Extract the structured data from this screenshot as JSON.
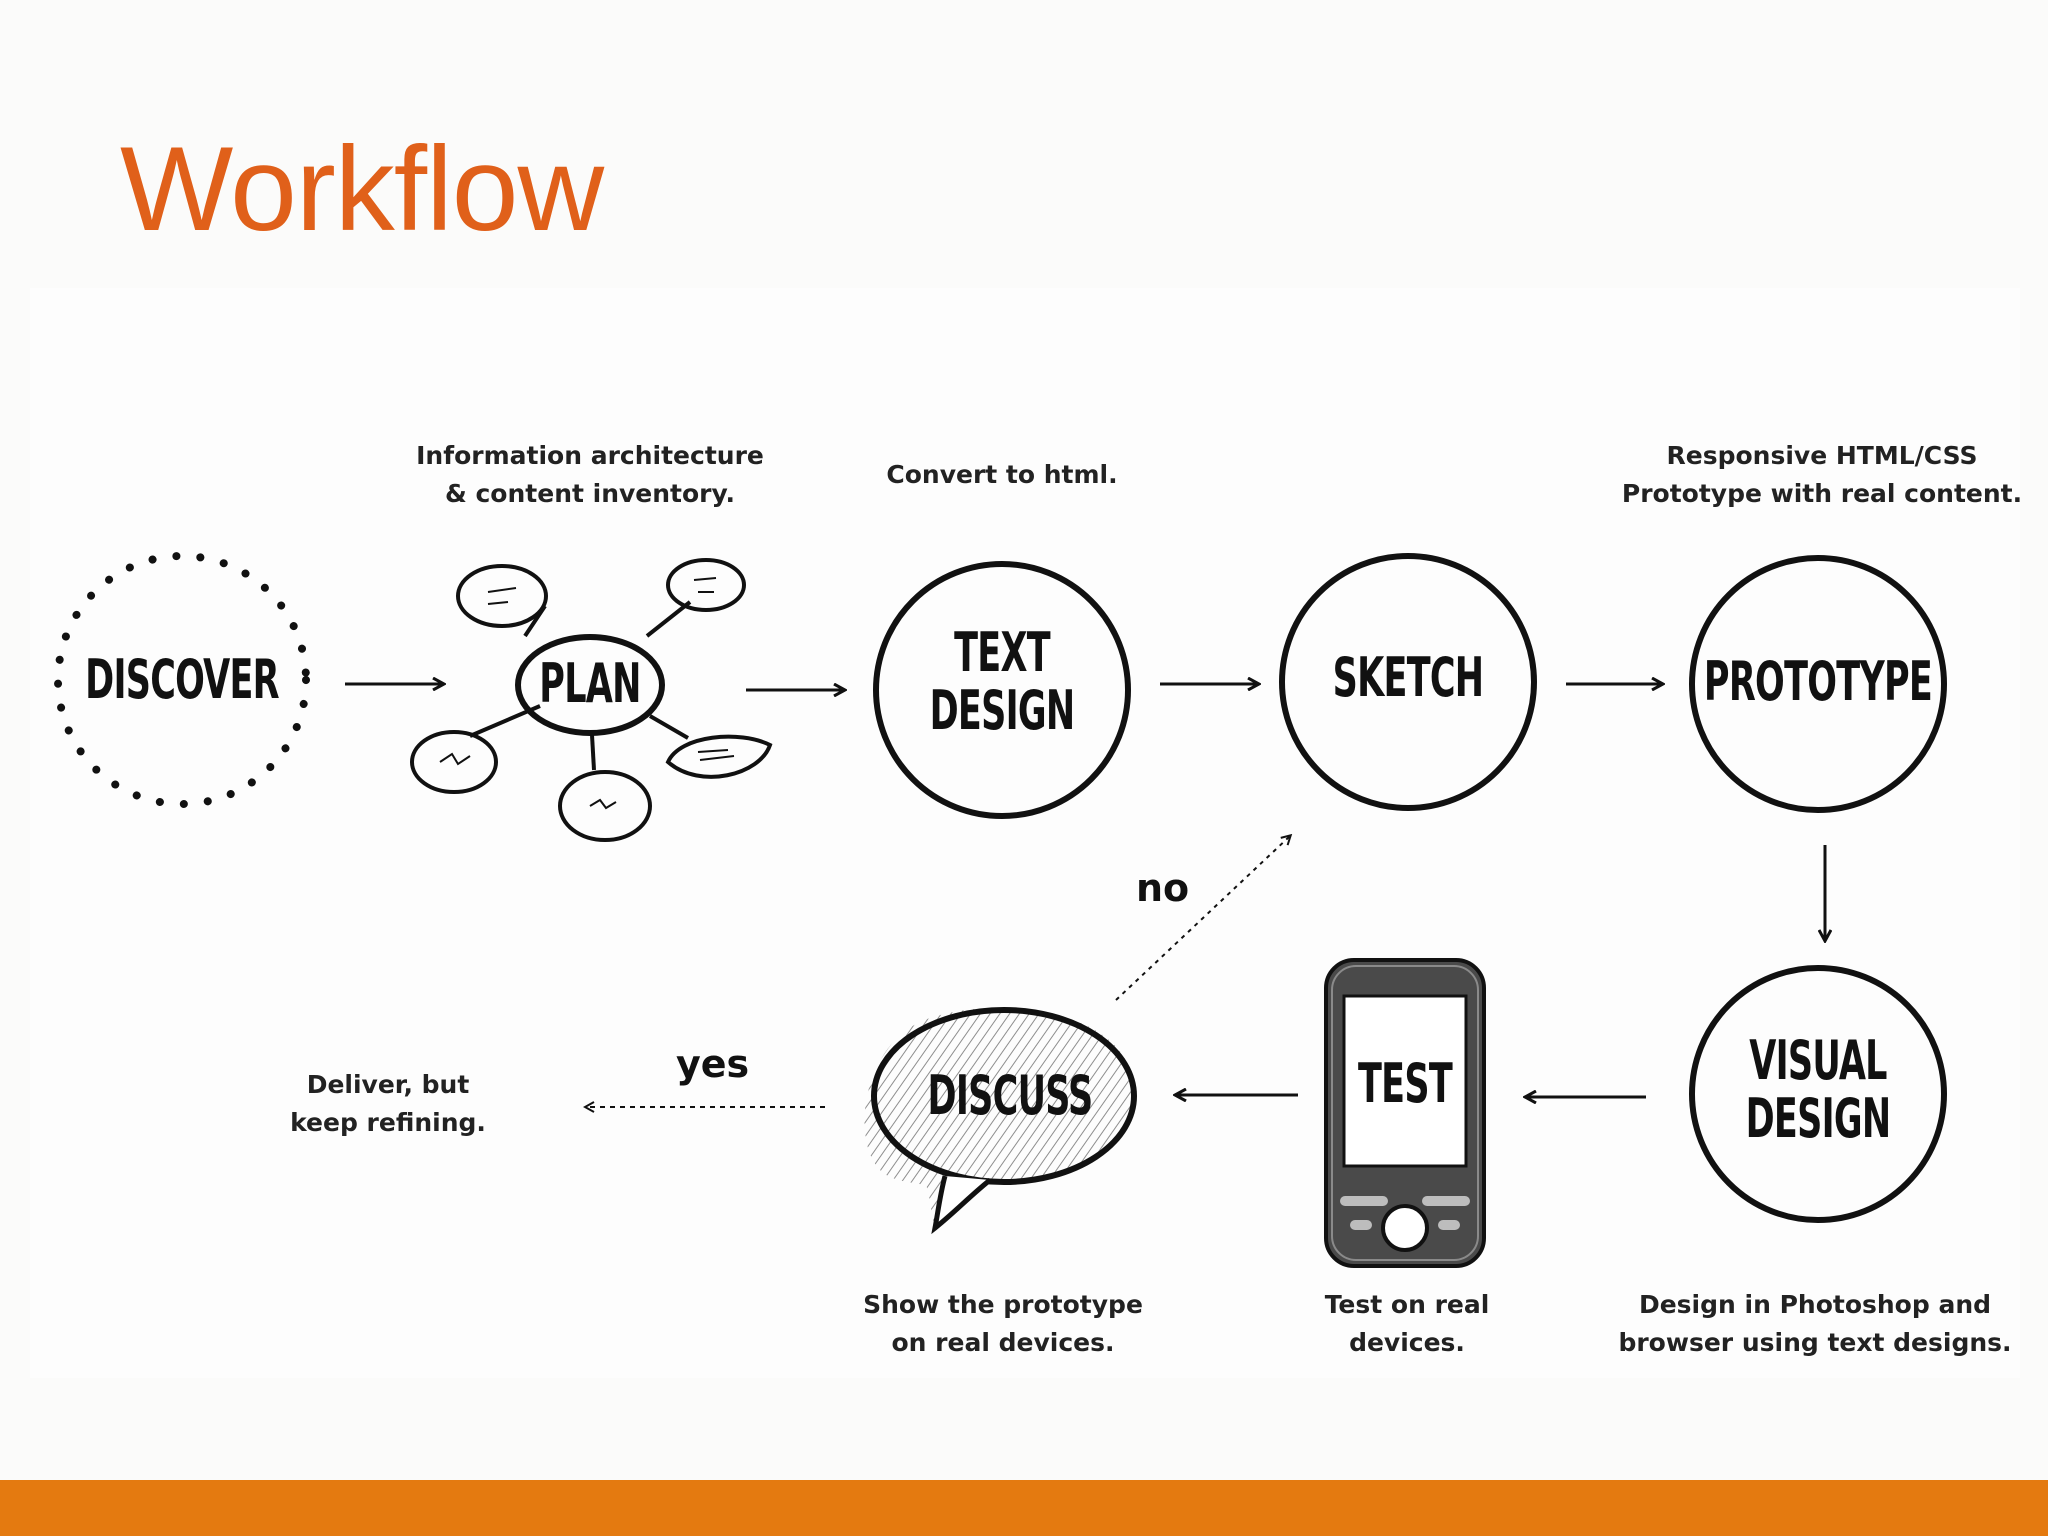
{
  "title": "Workflow",
  "colors": {
    "accent": "#e0601a",
    "bar": "#e47a10",
    "ink": "#111111"
  },
  "nodes": {
    "discover": "DISCOVER",
    "plan": "PLAN",
    "text_design": [
      "TEXT",
      "DESIGN"
    ],
    "sketch": "SKETCH",
    "prototype": "PROTOTYPE",
    "visual_design": [
      "VISUAL",
      "DESIGN"
    ],
    "test": "TEST",
    "discuss": "DISCUSS"
  },
  "captions": {
    "plan": [
      "Information architecture",
      "& content inventory."
    ],
    "text_design": [
      "Convert to html."
    ],
    "prototype": [
      "Responsive HTML/CSS",
      "Prototype with real content."
    ],
    "deliver": [
      "Deliver, but",
      "keep refining."
    ],
    "discuss": [
      "Show the prototype",
      "on real devices."
    ],
    "test": [
      "Test on real",
      "devices."
    ],
    "visual_design": [
      "Design in Photoshop and",
      "browser using text designs."
    ]
  },
  "decisions": {
    "no": "no",
    "yes": "yes"
  },
  "icons": [
    "dotted-circle-icon",
    "mind-map-icon",
    "phone-icon",
    "speech-bubble-icon",
    "arrow-icon"
  ]
}
